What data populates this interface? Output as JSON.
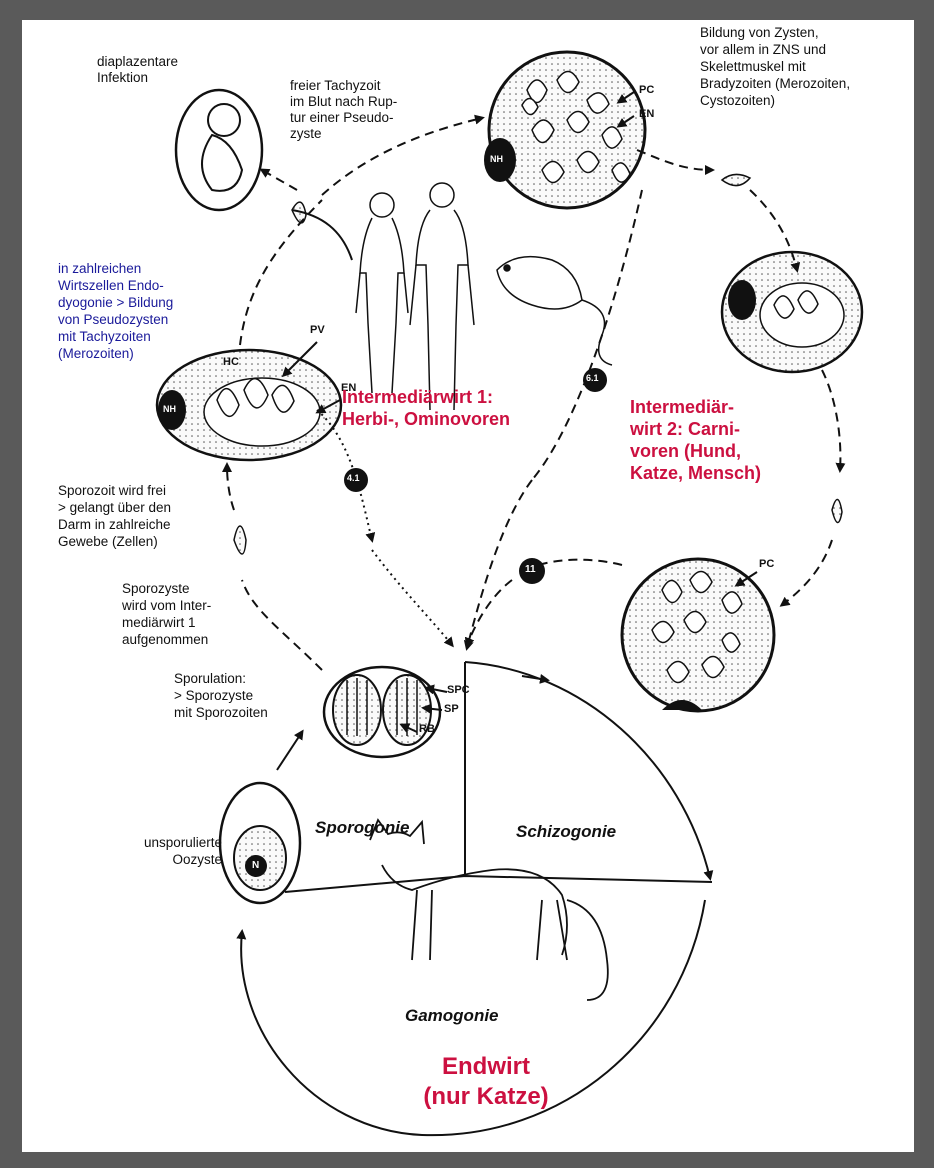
{
  "labels": {
    "diaplacental": [
      "diaplazentare",
      "Infektion"
    ],
    "tachyzoit": [
      "freier Tachyzoit",
      "im Blut nach Rup-",
      "tur einer Pseudo-",
      "zyste"
    ],
    "zysten": [
      "Bildung von Zysten,",
      "vor allem in ZNS und",
      "Skelettmuskel mit",
      "Bradyzoiten (Merozoiten,",
      "Cystozoiten)"
    ],
    "endodyogonie": [
      "in zahlreichen",
      "Wirtszellen Endo-",
      "dyogonie > Bildung",
      "von Pseudozysten",
      "mit Tachyzoiten",
      "(Merozoiten)"
    ],
    "sporozoit": [
      "Sporozoit wird frei",
      "> gelangt über den",
      "Darm in zahlreiche",
      "Gewebe (Zellen)"
    ],
    "sporozyste": [
      "Sporozyste",
      "wird vom Inter-",
      "mediärwirt 1",
      "aufgenommen"
    ],
    "sporulation": [
      "Sporulation:",
      "> Sporozyste",
      "mit Sporozoiten"
    ],
    "oozyste": [
      "unsporulierte",
      "Oozyste"
    ]
  },
  "hosts": {
    "intermediate1": [
      "Intermediärwirt 1:",
      "Herbi-, Ominovoren"
    ],
    "intermediate2": [
      "Intermediär-",
      "wirt 2: Carni-",
      "voren (Hund,",
      "Katze, Mensch)"
    ],
    "definitive": [
      "Endwirt",
      "(nur Katze)"
    ]
  },
  "stages": {
    "sporogonie": "Sporogonie",
    "schizogonie": "Schizogonie",
    "gamogonie": "Gamogonie"
  },
  "abbreviations": {
    "pc_top": "PC",
    "en_top": "EN",
    "nh_top": "NH",
    "pv": "PV",
    "hc": "HC",
    "en_left": "EN",
    "nh_left": "NH",
    "pc_right": "PC",
    "spc": "SPC",
    "sp": "SP",
    "rb": "RB",
    "n": "N"
  },
  "markers": {
    "m41": "4.1",
    "m61": "6.1",
    "m11": "11"
  },
  "colors": {
    "frame": "#5a5a5a",
    "host_label": "#cc1040",
    "blue_note": "#1a1a9a"
  }
}
